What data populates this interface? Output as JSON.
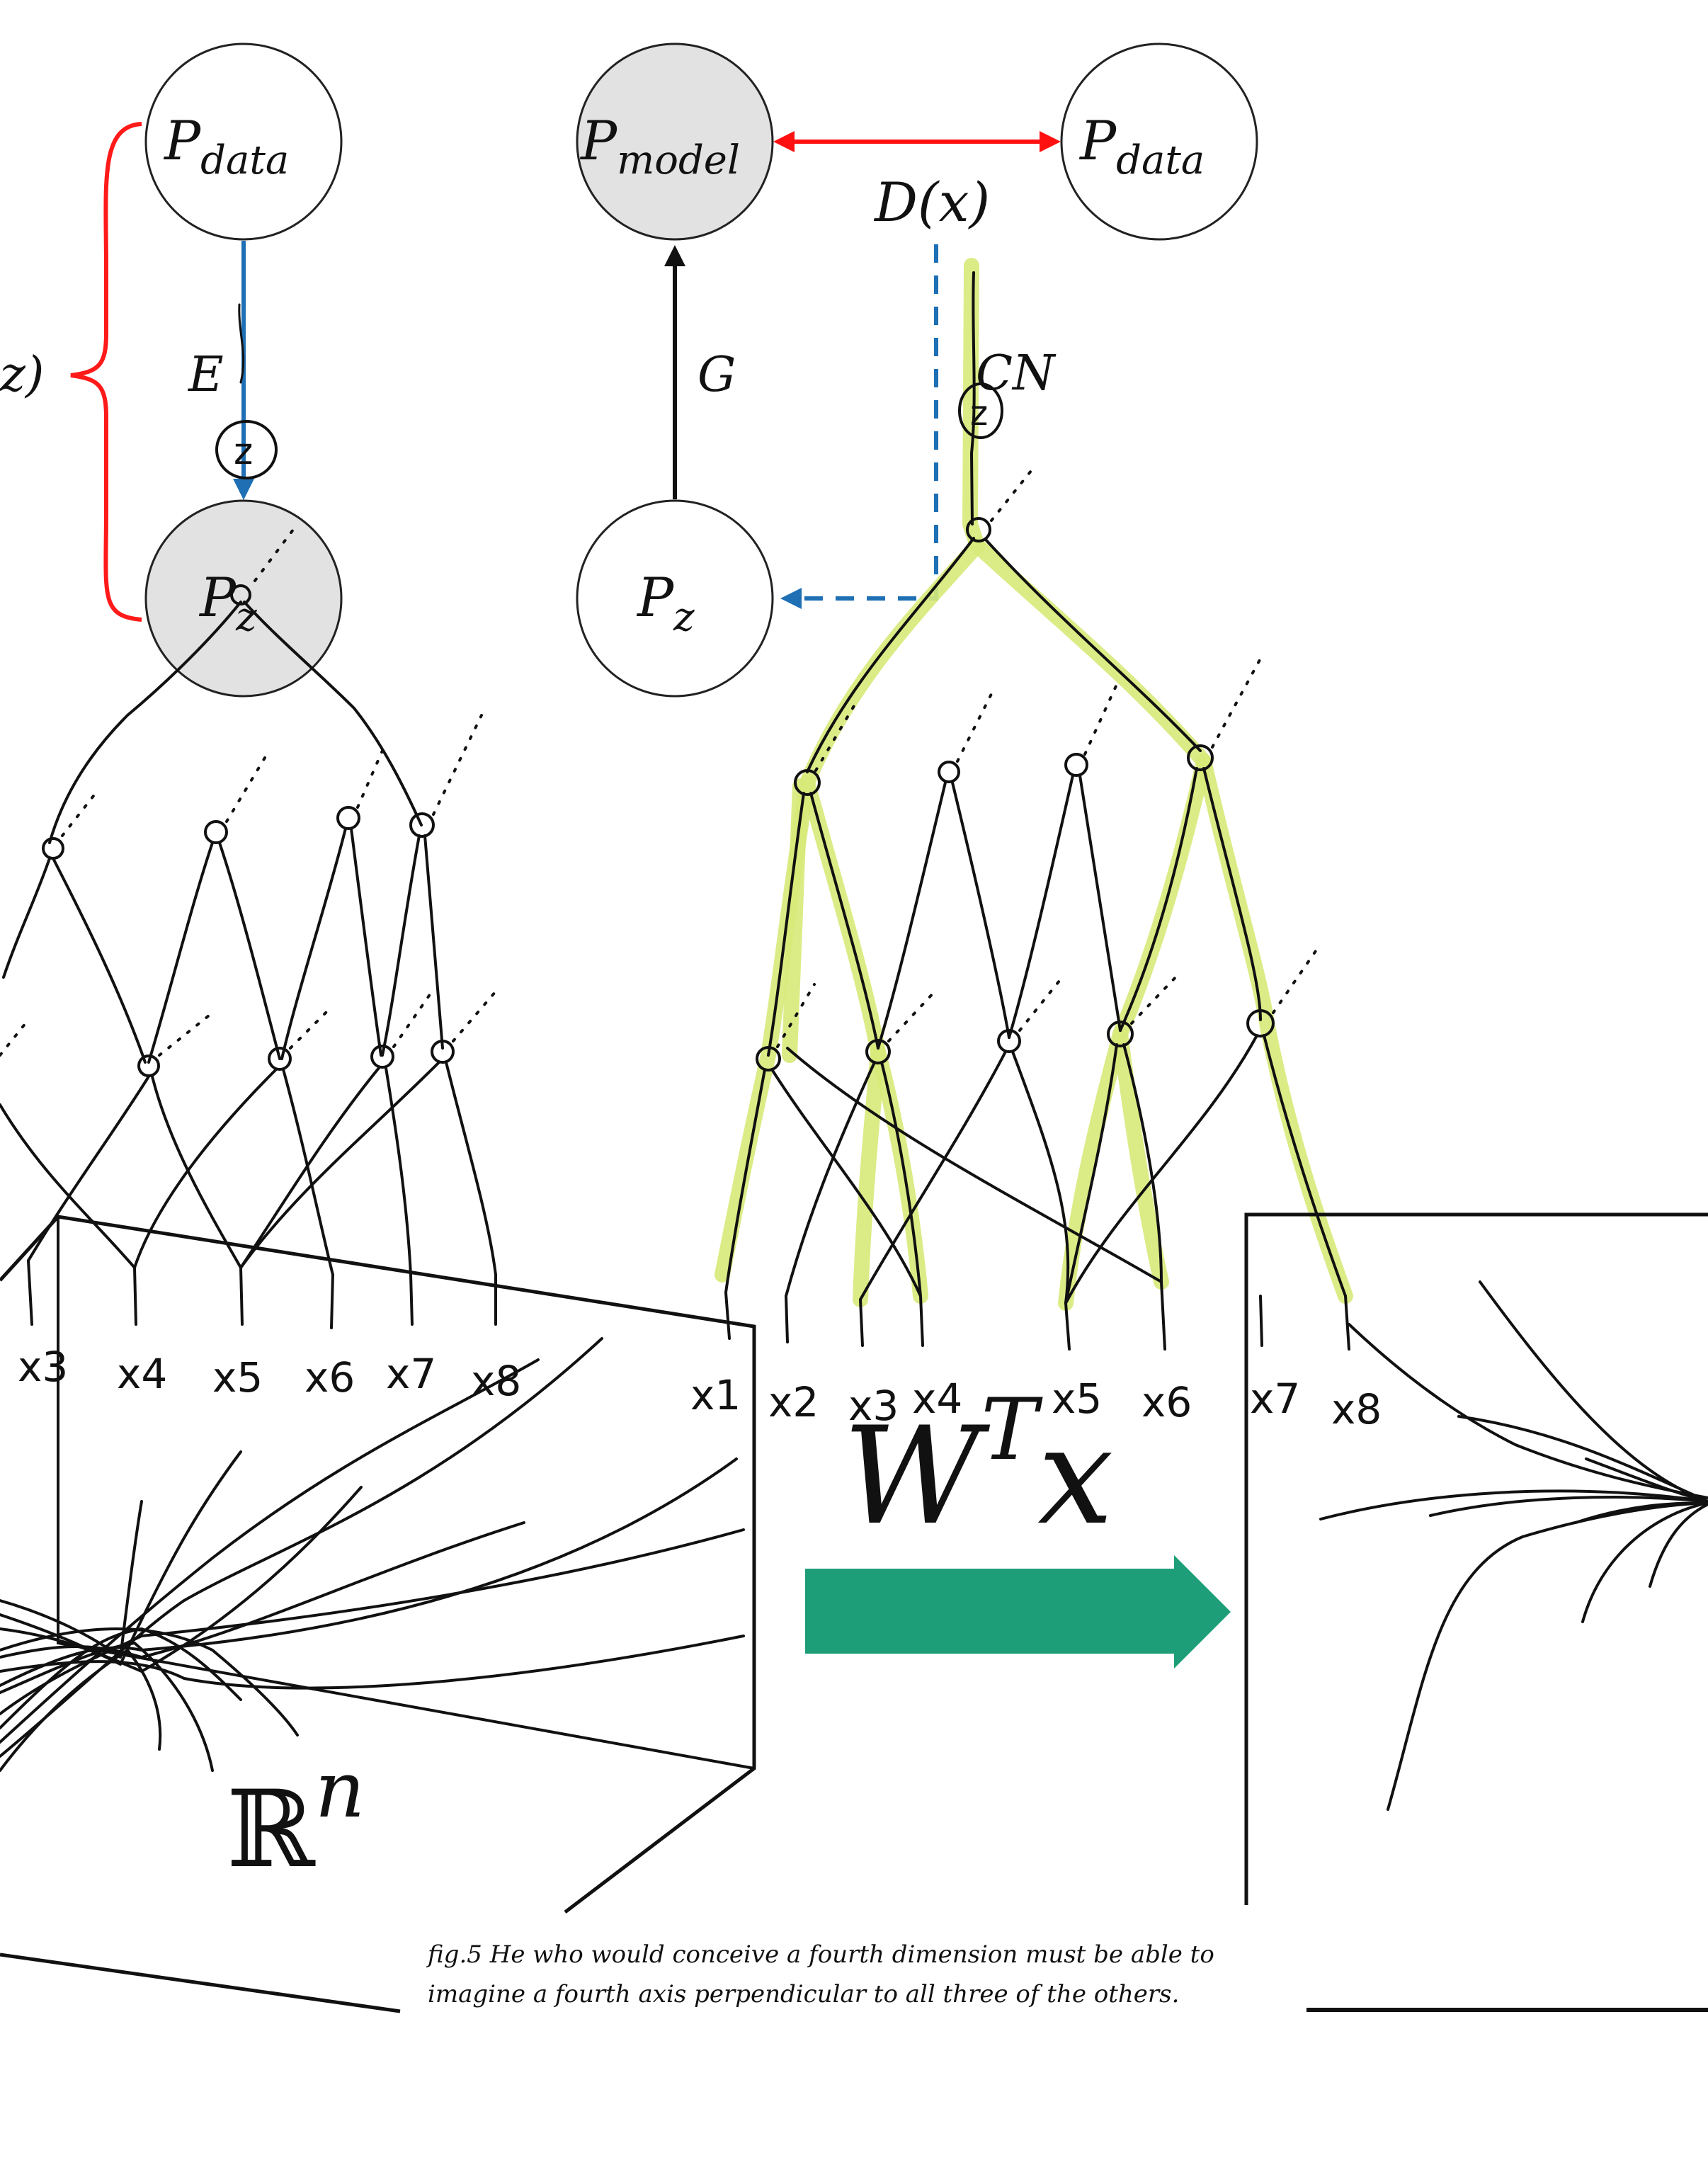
{
  "left_diagram": {
    "top_node": "P",
    "top_node_sub": "data",
    "bottom_node": "P",
    "bottom_node_sub": "z",
    "edge_label": "E",
    "brace_label": "z)",
    "latent_mark": "z"
  },
  "right_diagram": {
    "model_node": "P",
    "model_node_sub": "model",
    "data_node": "P",
    "data_node_sub": "data",
    "prior_node": "P",
    "prior_node_sub": "z",
    "generator_label": "G",
    "discriminator_label": "D(x)",
    "network_label": "CN",
    "latent_mark": "z"
  },
  "left_inputs": [
    "x3",
    "x4",
    "x5",
    "x6",
    "x7",
    "x8"
  ],
  "right_inputs": [
    "x1",
    "x2",
    "x3",
    "x4",
    "x5",
    "x6",
    "x7",
    "x8"
  ],
  "manifold_label": "ℝ",
  "manifold_sup": "n",
  "transform_label": "W",
  "transform_sup": "T",
  "transform_var": "x",
  "caption": {
    "line1": "fig.5  He who would conceive a fourth dimension must be able to",
    "line2": "imagine a fourth axis perpendicular to all three of the others."
  },
  "colors": {
    "node_fill": "#e2e2e2",
    "bidirectional_arrow": "#ff1010",
    "brace": "#ff1a1a",
    "encoder_arrow": "#1f6fb5",
    "discriminator_dashed": "#1f6fb5",
    "highlight": "#d7ea79",
    "transform_arrow": "#1e9e78"
  }
}
